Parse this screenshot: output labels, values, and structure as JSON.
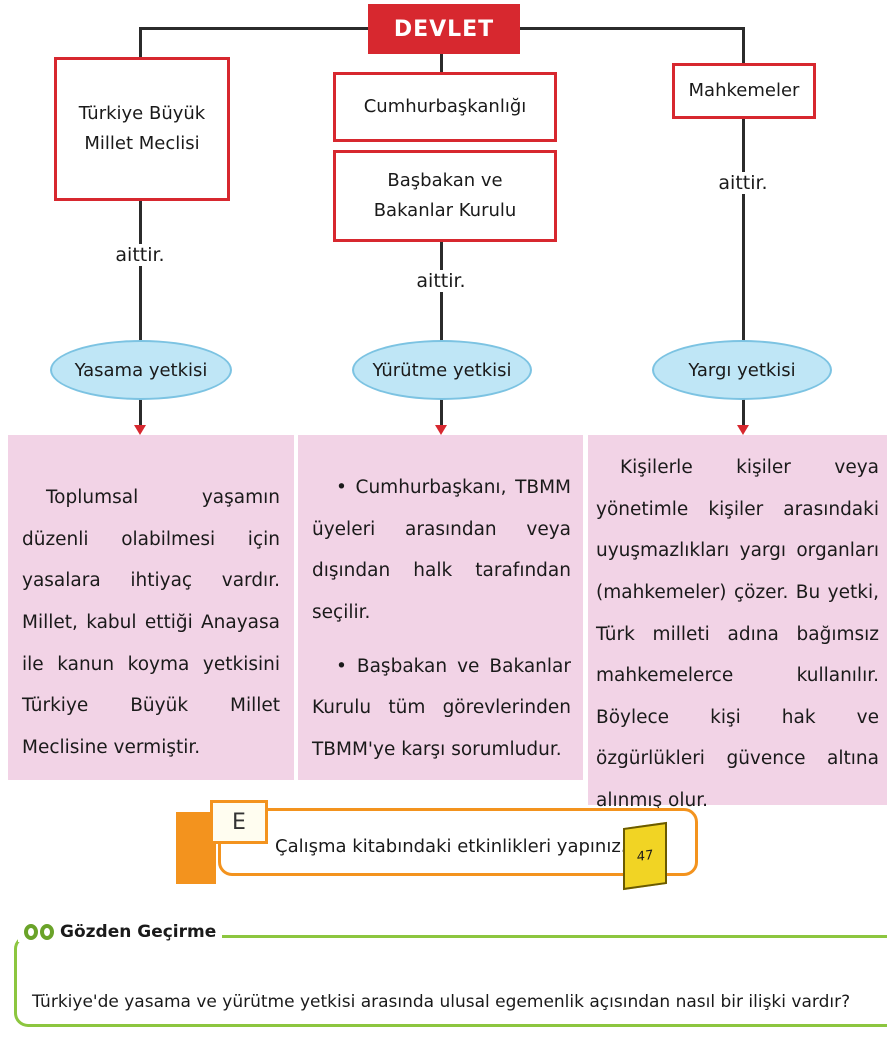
{
  "root": {
    "label": "DEVLET"
  },
  "columns": [
    {
      "organs": [
        "Türkiye Büyük\nMillet Meclisi"
      ],
      "link": "aittir.",
      "power": "Yasama yetkisi"
    },
    {
      "organs": [
        "Cumhurbaşkanlığı",
        "Başbakan ve\nBakanlar Kurulu"
      ],
      "link": "aittir.",
      "power": "Yürütme yetkisi"
    },
    {
      "organs": [
        "Mahkemeler"
      ],
      "link": "aittir.",
      "power": "Yargı yetkisi"
    }
  ],
  "panels": {
    "yasama": "Toplumsal yaşamın düzenli olabilmesi için yasalara ihtiyaç vardır. Millet, kabul ettiği Anayasa ile kanun koyma yetkisini Türkiye Büyük Millet Meclisine vermiştir.",
    "yurutme_1": "• Cumhurbaşkanı, TBMM üyeleri arasından veya dışından halk tarafından seçilir.",
    "yurutme_2": "• Başbakan ve Bakanlar Kurulu tüm görevlerinden TBMM'ye karşı sorumludur.",
    "yargi": "Kişilerle kişiler veya yönetimle kişiler arasındaki uyuşmazlıkları yargı organları (mahkemeler) çözer. Bu yetki, Türk milleti adına bağımsız mahkemelerce kullanılır. Böylece kişi hak ve özgürlükleri güvence altına alınmış olur."
  },
  "activity": {
    "tab": "E",
    "text": "Çalışma kitabındaki etkinlikleri yapınız.",
    "page": "47"
  },
  "review": {
    "title": "Gözden Geçirme",
    "question": "Türkiye'de yasama ve yürütme yetkisi arasında ulusal egemenlik açısından nasıl bir ilişki vardır?"
  }
}
